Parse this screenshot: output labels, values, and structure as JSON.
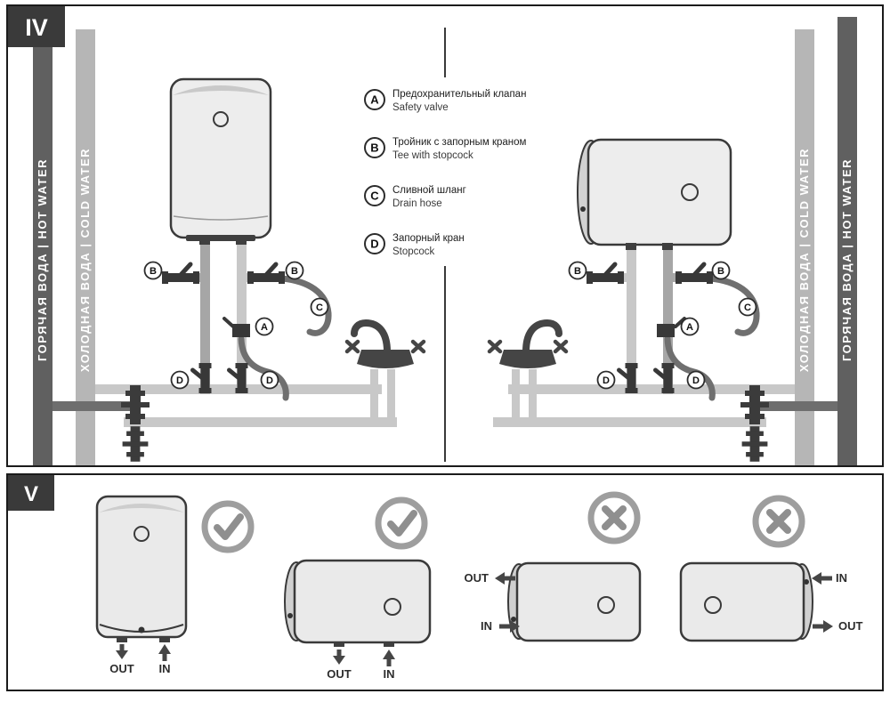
{
  "colors": {
    "badge": "#3a3a3a",
    "hot_bar": "#606060",
    "cold_bar": "#b6b6b6",
    "pipe_light": "#c8c8c8",
    "pipe_mid": "#a6a6a6",
    "valve_dark": "#383838",
    "ring_gray": "#9e9e9e"
  },
  "panel_iv": {
    "badge": "IV",
    "hot_water_label": "ГОРЯЧАЯ ВОДА | HOT WATER",
    "cold_water_label": "ХОЛОДНАЯ ВОДА | COLD WATER",
    "legend": [
      {
        "letter": "A",
        "title_ru": "Предохранительный клапан",
        "title_en": "Safety valve"
      },
      {
        "letter": "B",
        "title_ru": "Тройник с запорным краном",
        "title_en": "Tee with stopcock"
      },
      {
        "letter": "C",
        "title_ru": "Сливной шланг",
        "title_en": "Drain hose"
      },
      {
        "letter": "D",
        "title_ru": "Запорный кран",
        "title_en": "Stopcock"
      }
    ],
    "callouts": {
      "a": "A",
      "b": "B",
      "c": "C",
      "d": "D"
    }
  },
  "panel_v": {
    "badge": "V",
    "out_label": "OUT",
    "in_label": "IN"
  }
}
